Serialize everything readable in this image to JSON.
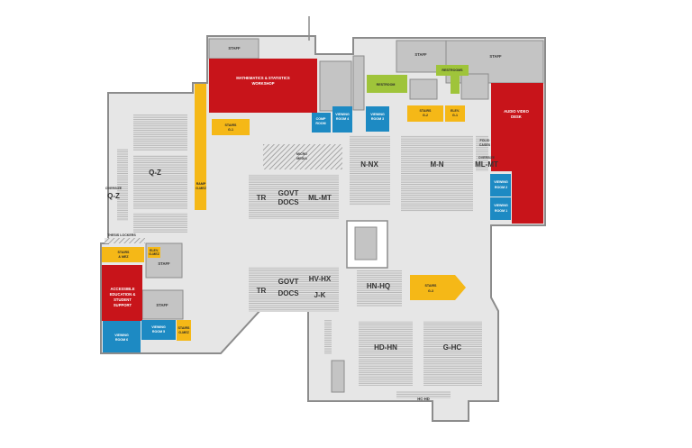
{
  "colors": {
    "floor": "#e6e6e6",
    "wall": "#8c8c8c",
    "room_gray": "#c4c4c4",
    "red": "#c8141a",
    "yellow": "#f5b817",
    "blue": "#1d8ac3",
    "green": "#9fc43a",
    "shelf": "#b5b5b5"
  },
  "labels": {
    "staff_top_left": "STAFF",
    "math_workshop_1": "MATHEMATICS & STATISTICS",
    "math_workshop_2": "WORKSHOP",
    "stairs_g1_a": "STAIRS",
    "stairs_g1_b": "G-1",
    "ramp_1": "RAMP",
    "ramp_2": "G-MEZ",
    "comp_room_1": "COMP",
    "comp_room_2": "ROOM",
    "viewing_room4_1": "VIEWING",
    "viewing_room4_2": "ROOM 4",
    "viewing_room3_1": "VIEWING",
    "viewing_room3_2": "ROOM 3",
    "staff_right_1": "STAFF",
    "staff_right_2": "STAFF",
    "restrooms": "RESTROOMS",
    "restroom": "RESTROOM",
    "stairs_g2_a": "STAIRS",
    "stairs_g2_b": "G-2",
    "elev_1": "ELEV.",
    "elev_2": "G-1",
    "av_desk_1": "AUDIO VIDEO",
    "av_desk_2": "DESK",
    "folio_1": "FOLIO",
    "folio_2": "CASES",
    "oversize_right": "OVERSIZE",
    "ml_mt_right": "ML-MT",
    "viewing_room2_1": "VIEWING",
    "viewing_room2_2": "ROOM 2",
    "viewing_room1_1": "VIEWING",
    "viewing_room1_2": "ROOM 1",
    "n_nx": "N-NX",
    "m_n": "M-N",
    "micro_1": "MICRO",
    "micro_2": "MEDIA",
    "tr_top": "TR",
    "govt_top_1": "GOVT",
    "govt_top_2": "DOCS",
    "ml_mt_center": "ML-MT",
    "q_z": "Q-Z",
    "oversize_left": "OVERSIZE",
    "q_z_left": "Q-Z",
    "thesis_lockers": "THESIS LOCKERS",
    "stairs_mez_a": "STAIRS",
    "stairs_mez_b": "& MEZ",
    "elev_g_1": "ELEV.",
    "elev_g_2": "G-MEZ",
    "staff_mid": "STAFF",
    "accessible_1": "ACCESSIBLE",
    "accessible_2": "EDUCATION &",
    "accessible_3": "STUDENT",
    "accessible_4": "SUPPORT",
    "staff_low": "STAFF",
    "viewing_room6_1": "VIEWING",
    "viewing_room6_2": "ROOM 6",
    "viewing_room5_1": "VIEWING",
    "viewing_room5_2": "ROOM 5",
    "stairs_gmez_a": "STAIRS",
    "stairs_gmez_b": "G-MEZ",
    "tr_bottom": "TR",
    "govt_bottom_1": "GOVT",
    "govt_bottom_2": "DOCS",
    "hv_hx": "HV-HX",
    "j_k": "J-K",
    "hn_hq": "HN-HQ",
    "stairs_g3_a": "STAIRS",
    "stairs_g3_b": "G-3",
    "hd_hn": "HD-HN",
    "g_hc": "G-HC",
    "hc_hd": "HC-HD"
  }
}
